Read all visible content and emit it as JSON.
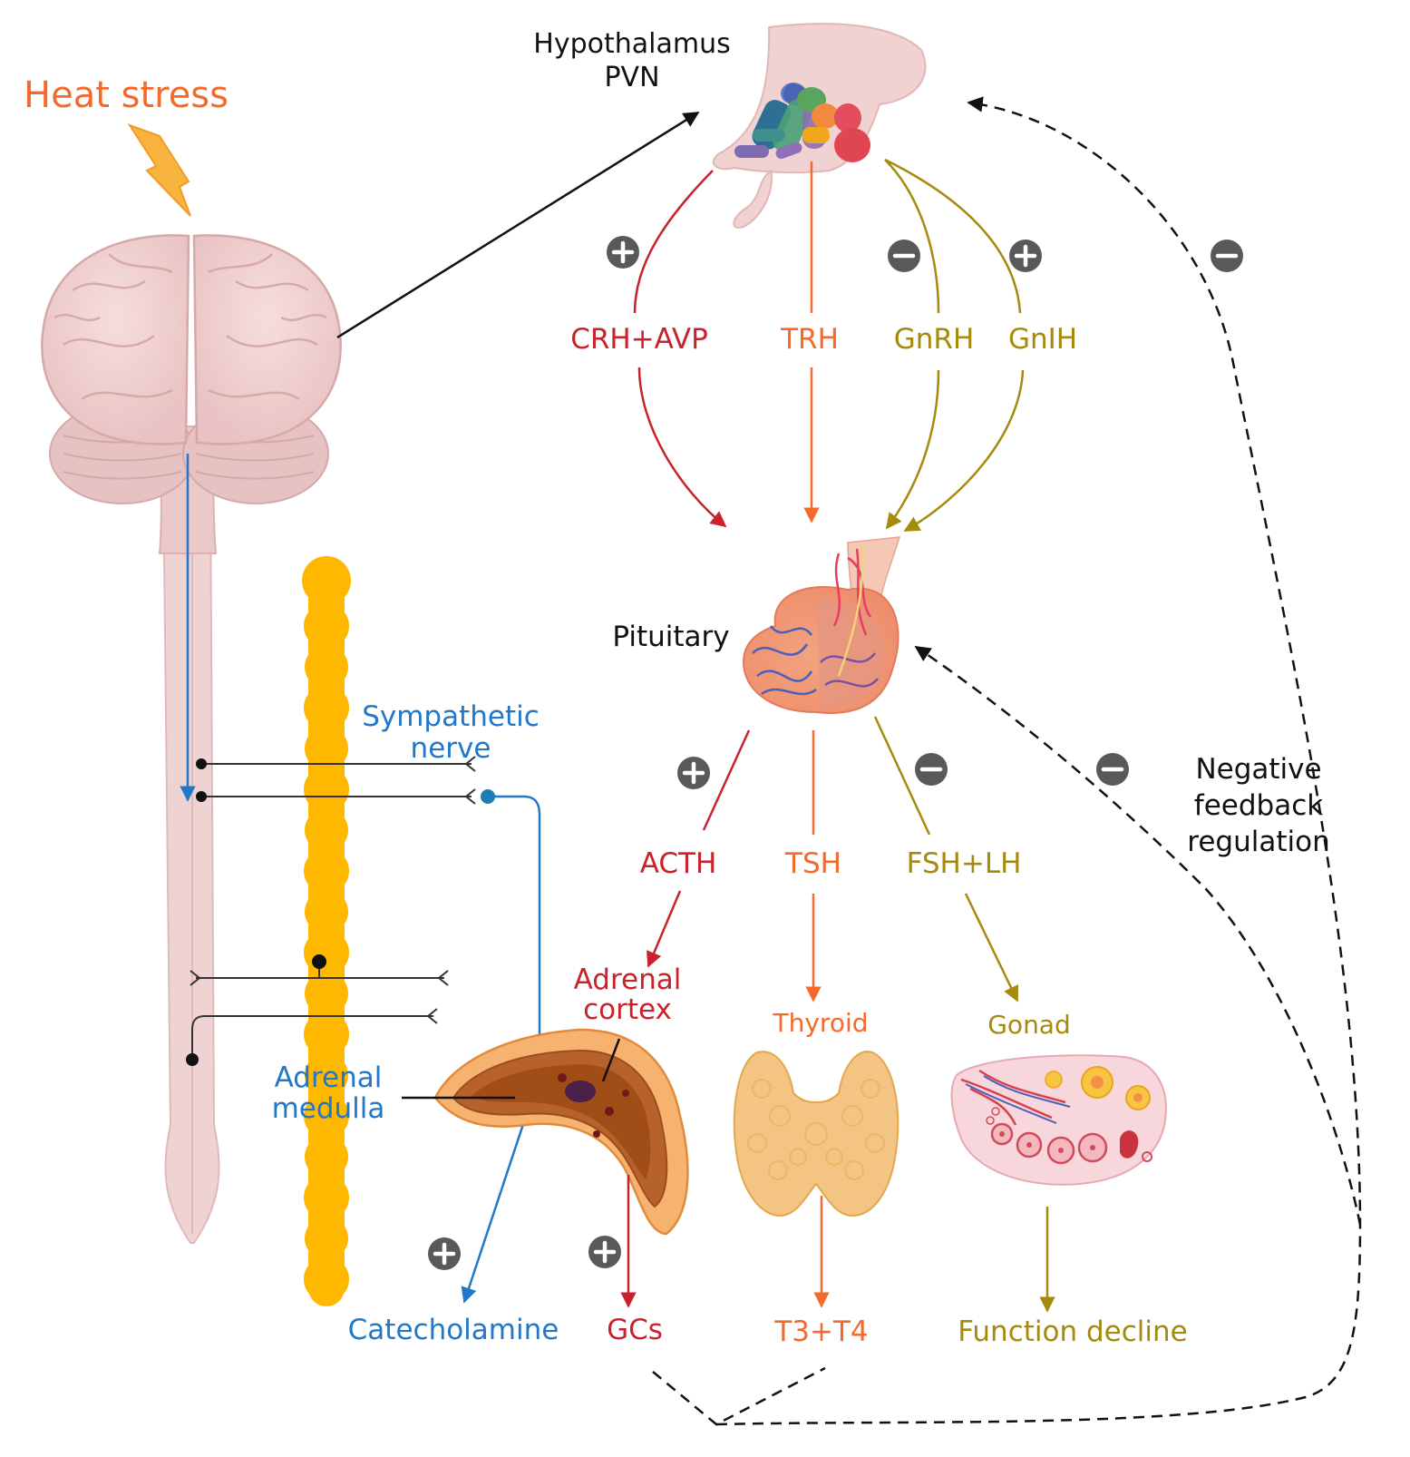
{
  "labels": {
    "heat_stress": "Heat stress",
    "hypothalamus_line1": "Hypothalamus",
    "hypothalamus_line2": "PVN",
    "crh_avp": "CRH+AVP",
    "trh": "TRH",
    "gnrh": "GnRH",
    "gnih": "GnIH",
    "pituitary": "Pituitary",
    "sympathetic_line1": "Sympathetic",
    "sympathetic_line2": "nerve",
    "acth": "ACTH",
    "tsh": "TSH",
    "fsh_lh": "FSH+LH",
    "negative_line1": "Negative",
    "negative_line2": "feedback",
    "negative_line3": "regulation",
    "adrenal_cortex_line1": "Adrenal",
    "adrenal_cortex_line2": "cortex",
    "thyroid": "Thyroid",
    "gonad": "Gonad",
    "adrenal_medulla_line1": "Adrenal",
    "adrenal_medulla_line2": "medulla",
    "catecholamine": "Catecholamine",
    "gcs": "GCs",
    "t3_t4": "T3+T4",
    "function_decline": "Function decline"
  },
  "colors": {
    "hpa_axis": "#c8232c",
    "hpt_axis": "#f26a2e",
    "hpg_axis": "#a58a0e",
    "sympathetic": "#2278c8",
    "heat": "#f79a3e",
    "chain": "#ffb800"
  },
  "icons": {
    "stimulatory": "plus-circle-icon",
    "inhibitory": "minus-circle-icon",
    "heat": "lightning-bolt-icon"
  }
}
